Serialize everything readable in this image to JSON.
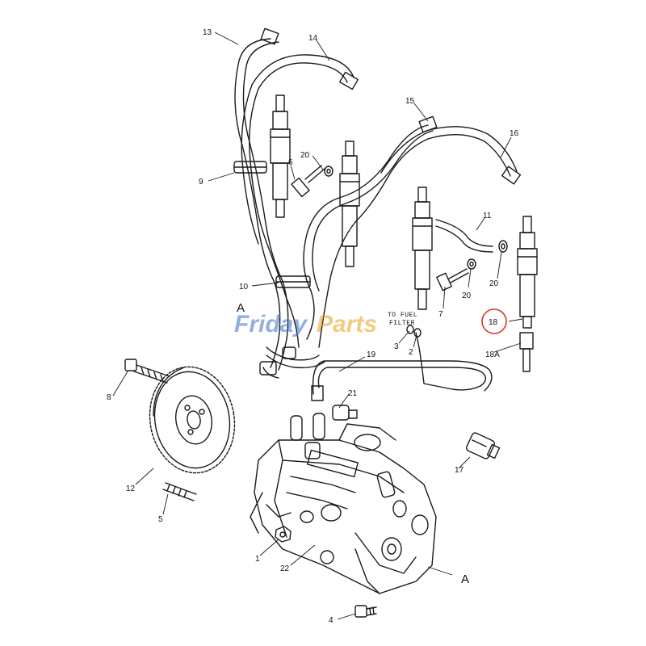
{
  "diagram": {
    "callouts": {
      "c1": "1",
      "c2": "2",
      "c3": "3",
      "c4": "4",
      "c5": "5",
      "c6": "6",
      "c7": "7",
      "c8": "8",
      "c9": "9",
      "c10": "10",
      "c11": "11",
      "c12": "12",
      "c13": "13",
      "c14": "14",
      "c15": "15",
      "c16": "16",
      "c17": "17",
      "c18": "18",
      "c18a": "18A",
      "c19": "19",
      "c20a": "20",
      "c20b": "20",
      "c20c": "20",
      "c21": "21",
      "c22": "22"
    },
    "section_marks": {
      "top": "A",
      "bottom": "A"
    },
    "note_line1": "TO FUEL",
    "note_line2": "FILTER",
    "highlight_color": "#d9362b",
    "watermark": {
      "part1": "Friday",
      "part2": "Parts",
      "color1": "#3a6fc7",
      "color2": "#e8a21a"
    }
  }
}
